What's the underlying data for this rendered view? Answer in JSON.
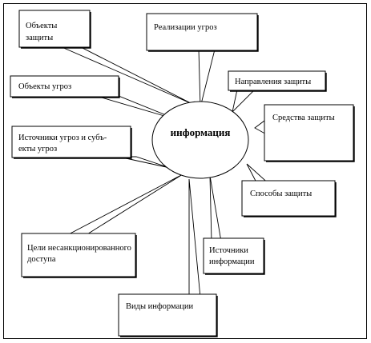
{
  "diagram": {
    "center": "информация",
    "nodes": {
      "protection_objects": [
        "Объекты",
        "защиты"
      ],
      "threat_realization": [
        "Реализации угроз"
      ],
      "protection_directions": [
        "Направления защиты"
      ],
      "protection_means": [
        "Средства защиты"
      ],
      "protection_methods": [
        "Способы защиты"
      ],
      "info_sources": [
        "Источники",
        "информации"
      ],
      "info_types": [
        "Виды информации"
      ],
      "unauthorized_access_goals": [
        "Цели несанкционированного",
        "доступа"
      ],
      "threat_sources": [
        "Источники угроз и субъ-",
        "екты угроз"
      ],
      "threat_objects": [
        "Объекты угроз"
      ]
    }
  }
}
